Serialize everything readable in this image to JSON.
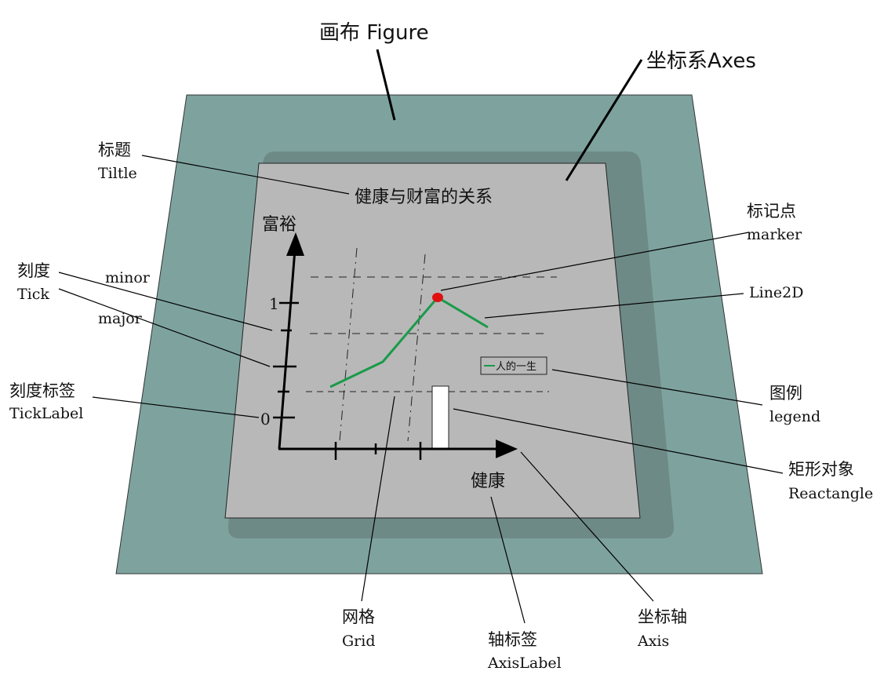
{
  "labels": {
    "figure": "画布 Figure",
    "axes": "坐标系Axes",
    "title_cn": "标题",
    "title_en": "Tiltle",
    "tick_cn": "刻度",
    "tick_en": "Tick",
    "minor": "minor",
    "major": "major",
    "ticklabel_cn": "刻度标签",
    "ticklabel_en": "TickLabel",
    "marker_cn": "标记点",
    "marker_en": "marker",
    "line2d": "Line2D",
    "legend_cn": "图例",
    "legend_en": "legend",
    "rect_cn": "矩形对象",
    "rect_en": "Reactangle",
    "grid_cn": "网格",
    "grid_en": "Grid",
    "axislabel_cn": "轴标签",
    "axislabel_en": "AxisLabel",
    "axis_cn": "坐标轴",
    "axis_en": "Axis"
  },
  "plot": {
    "title": "健康与财富的关系",
    "ylabel": "富裕",
    "xlabel": "健康",
    "tick_1": "1",
    "tick_0": "0",
    "legend_entry": "人的一生"
  },
  "colors": {
    "figure": "#7ea39f",
    "axes_shadow": "#6e8a86",
    "axes": "#b8b8b8",
    "line": "#1a9a4a",
    "marker": "#e01010",
    "rect": "#ffffff"
  }
}
